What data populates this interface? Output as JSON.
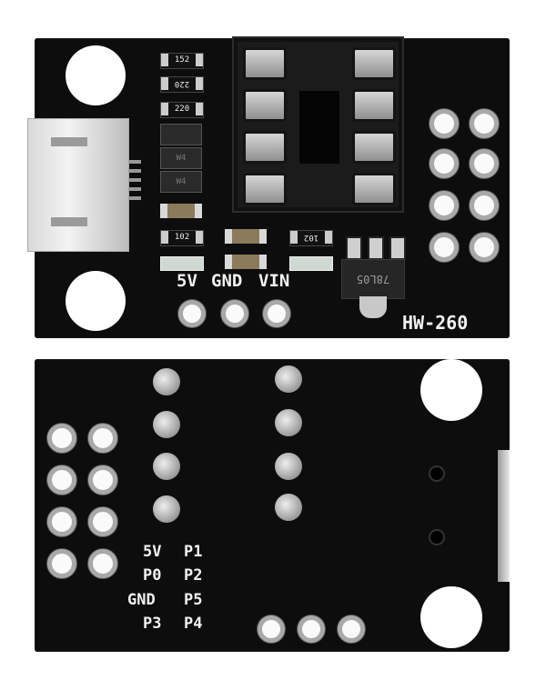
{
  "product": {
    "description": "ATtiny85 programmer/development board, top and bottom views"
  },
  "top_view": {
    "model_label": "HW-260",
    "power_labels": [
      "5V",
      "GND",
      "VIN"
    ],
    "resistor_markings": [
      "152",
      "220",
      "220",
      "102",
      "102"
    ],
    "diode_markings": [
      "",
      "W4",
      "W4"
    ],
    "regulator_marking": "78L05",
    "socket": "DIP-8 IC socket",
    "connector": "Micro USB"
  },
  "bottom_view": {
    "pin_labels": [
      [
        "5V",
        "P1"
      ],
      [
        "P0",
        "P2"
      ],
      [
        "GND",
        "P5"
      ],
      [
        "P3",
        "P4"
      ]
    ]
  },
  "colors": {
    "pcb": "#0d0d0e",
    "silkscreen": "#f2f2f2",
    "background": "#ffffff"
  }
}
